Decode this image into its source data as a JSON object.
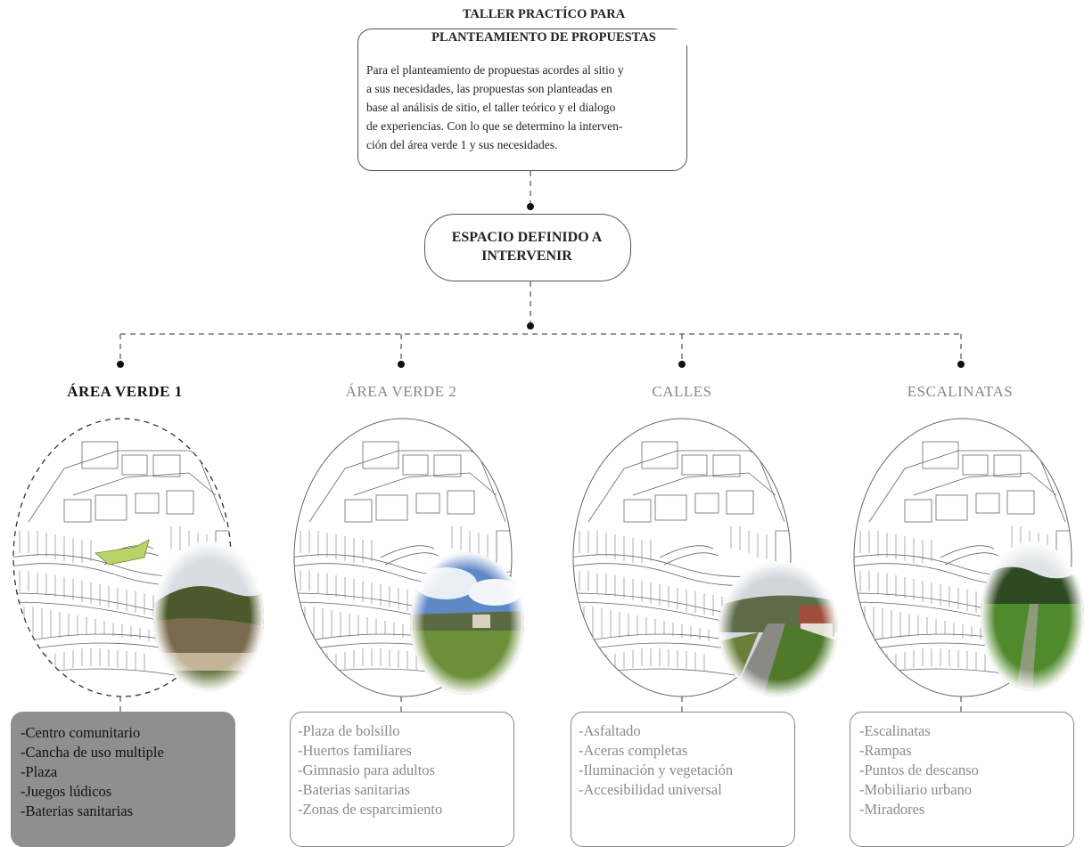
{
  "header": {
    "title_line1": "TALLER PRACTÍCO PARA",
    "title_line2": "PLANTEAMIENTO DE PROPUESTAS",
    "paragraph": [
      "Para el planteamiento de propuestas acordes al sitio y",
      "a sus necesidades, las propuestas son planteadas en",
      "base al análisis de sitio, el taller teórico y el dialogo",
      "de experiencias. Con lo que se determino la interven-",
      "ción del área verde 1 y sus necesidades."
    ]
  },
  "center": {
    "line1": "ESPACIO DEFINIDO A",
    "line2": "INTERVENIR"
  },
  "columns": [
    {
      "title": "ÁREA VERDE 1",
      "active": true,
      "items": [
        "-Centro comunitario",
        "-Cancha de uso multiple",
        "-Plaza",
        "-Juegos lúdicos",
        "-Baterias sanitarias"
      ]
    },
    {
      "title": "ÁREA VERDE 2",
      "active": false,
      "items": [
        "-Plaza de bolsillo",
        "-Huertos familiares",
        "-Gimnasio para adultos",
        "-Baterias sanitarias",
        "-Zonas de esparcimiento"
      ]
    },
    {
      "title": "CALLES",
      "active": false,
      "items": [
        "-Asfaltado",
        "-Aceras completas",
        "-Iluminación y vegetación",
        "-Accesibilidad universal"
      ]
    },
    {
      "title": "ESCALINATAS",
      "active": false,
      "items": [
        "-Escalinatas",
        "-Rampas",
        "-Puntos de descanso",
        "-Mobiliario urbano",
        "-Miradores"
      ]
    }
  ],
  "colors": {
    "active_box": "#8f8f8f",
    "muted_text": "#888888",
    "green_highlight": "#b9d36b"
  }
}
